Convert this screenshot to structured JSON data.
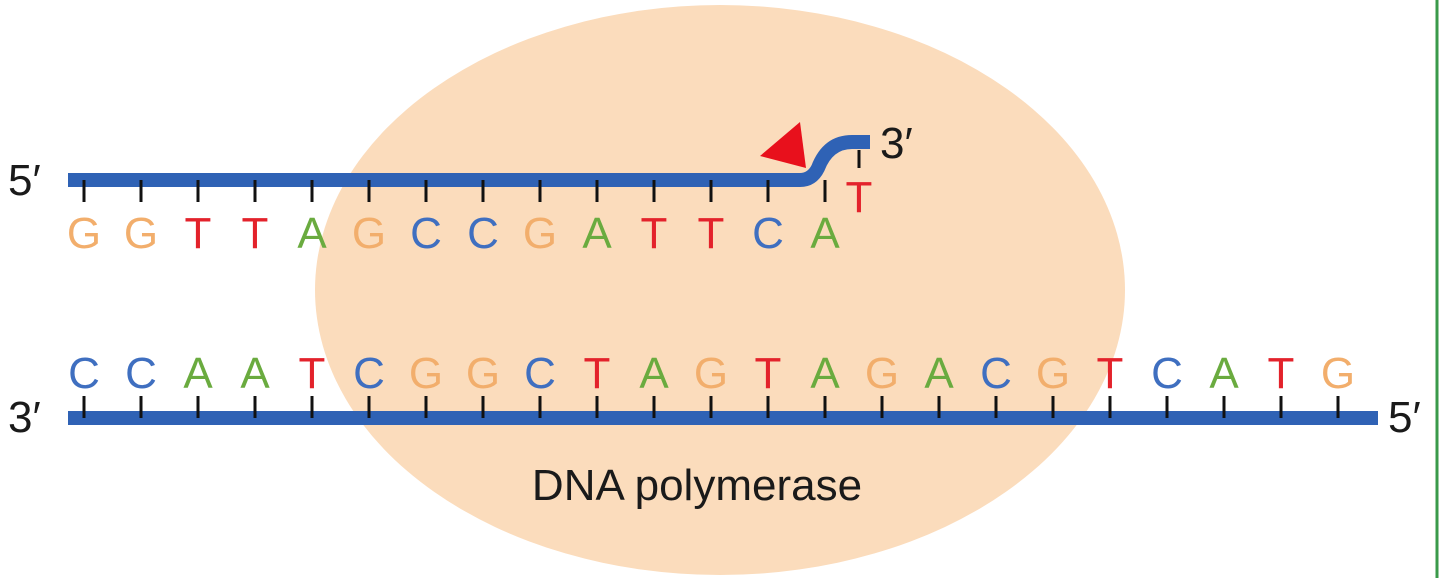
{
  "labels": {
    "top_5prime": "5′",
    "top_3prime": "3′",
    "bottom_3prime": "3′",
    "bottom_5prime": "5′",
    "enzyme": "DNA polymerase"
  },
  "colors": {
    "backbone": "#2f62b5",
    "enzyme_fill": "#fbdcbc",
    "arrow": "#e8101c",
    "tick": "#111111",
    "base": {
      "A": "#6aab3f",
      "C": "#3f6fc0",
      "G": "#f2ae6c",
      "T": "#e3222b"
    },
    "right_border": "#3a9a4a"
  },
  "strands": {
    "top": [
      "G",
      "G",
      "T",
      "T",
      "A",
      "G",
      "C",
      "C",
      "G",
      "A",
      "T",
      "T",
      "C",
      "A"
    ],
    "new_base": "T",
    "bottom": [
      "C",
      "C",
      "A",
      "A",
      "T",
      "C",
      "G",
      "G",
      "C",
      "T",
      "A",
      "G",
      "T",
      "A",
      "G",
      "A",
      "C",
      "G",
      "T",
      "C",
      "A",
      "T",
      "G"
    ]
  }
}
